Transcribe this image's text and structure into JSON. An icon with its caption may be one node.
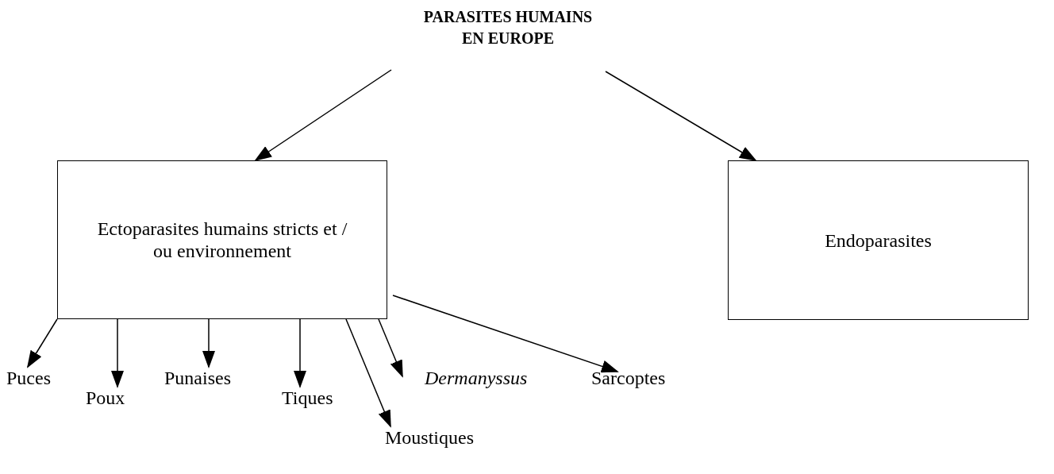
{
  "diagram": {
    "nodes": [
      {
        "text": [
          "PARASITES HUMAINS EN EUROPE"
        ]
      },
      {
        "text": [
          "Ectoparasites humains stricts et / ou environnement"
        ]
      },
      {
        "text": [
          "Endoparasites"
        ]
      },
      {
        "text": [
          "Puces"
        ]
      },
      {
        "text": [
          "Poux"
        ]
      },
      {
        "text": [
          "Punaises"
        ]
      },
      {
        "text": [
          "Tiques"
        ]
      },
      {
        "text": [
          "Moustiques"
        ]
      },
      {
        "text": [
          "Dermanyssus"
        ]
      },
      {
        "text": [
          "Sarcoptes"
        ]
      }
    ],
    "edges": [
      {
        "from": 0,
        "to": 1,
        "arrow": "to"
      },
      {
        "from": 0,
        "to": 2,
        "arrow": "to"
      },
      {
        "from": 1,
        "to": 3,
        "arrow": "to"
      },
      {
        "from": 1,
        "to": 4,
        "arrow": "to"
      },
      {
        "from": 1,
        "to": 5,
        "arrow": "to"
      },
      {
        "from": 1,
        "to": 6,
        "arrow": "to"
      },
      {
        "from": 1,
        "to": 7,
        "arrow": "to"
      },
      {
        "from": 1,
        "to": 8,
        "arrow": "to"
      },
      {
        "from": 1,
        "to": 9,
        "arrow": "to"
      }
    ]
  }
}
